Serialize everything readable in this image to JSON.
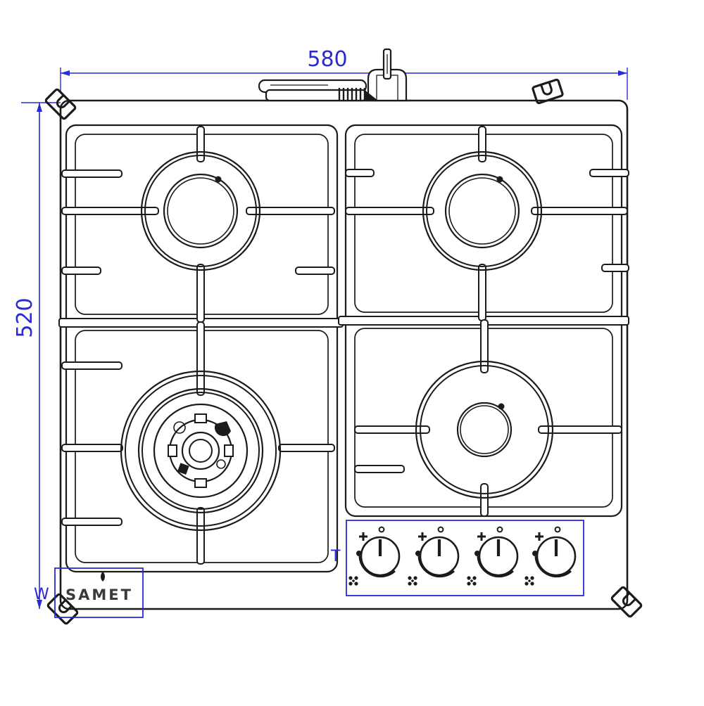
{
  "drawing": {
    "type": "technical-installation-diagram",
    "subject": "4-burner built-in gas hob, top view",
    "brand_label": "SAMET",
    "dimensions": {
      "width_mm": "580",
      "height_mm": "520"
    },
    "annotations": {
      "label_t": "T",
      "label_w": "W"
    },
    "colors": {
      "dimension_blue": "#2a2ad4",
      "line_black": "#1b1b1b",
      "background": "#ffffff"
    },
    "burners": {
      "count": 4,
      "layout": [
        "top-left standard",
        "top-right standard",
        "bottom-left wok (triple ring)",
        "bottom-right standard"
      ]
    },
    "control_knobs": {
      "count": 4,
      "symbols": [
        "flame-max",
        "off-dot",
        "flame-min-dot",
        "burner-position-grid"
      ]
    },
    "fittings": [
      "gas-inlet-hose",
      "power-plug",
      "corner-mounting-clips x4"
    ]
  }
}
